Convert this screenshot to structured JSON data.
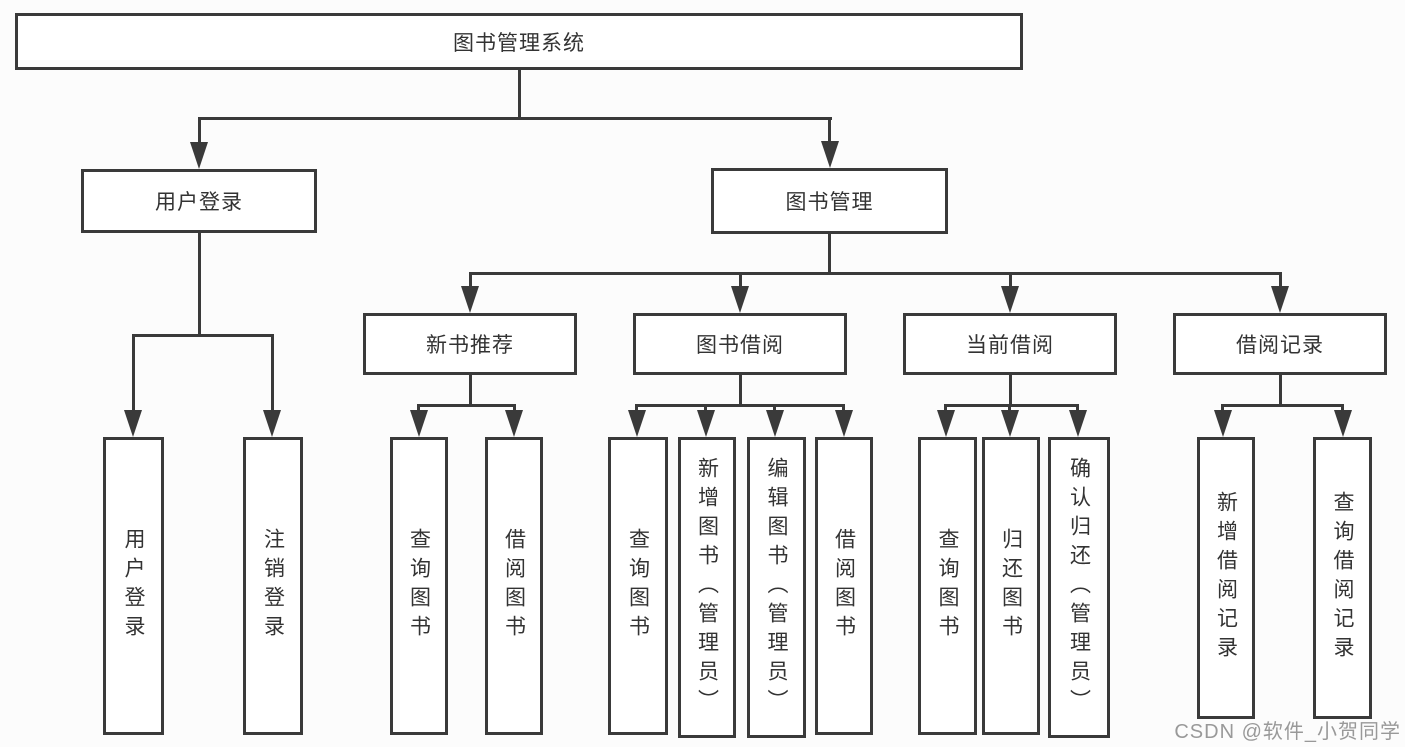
{
  "tree": {
    "label": "图书管理系统",
    "children": [
      {
        "label": "用户登录",
        "children": [
          {
            "label": "用户登录"
          },
          {
            "label": "注销登录"
          }
        ]
      },
      {
        "label": "图书管理",
        "children": [
          {
            "label": "新书推荐",
            "children": [
              {
                "label": "查询图书"
              },
              {
                "label": "借阅图书"
              }
            ]
          },
          {
            "label": "图书借阅",
            "children": [
              {
                "label": "查询图书"
              },
              {
                "label": "新增图书（管理员）"
              },
              {
                "label": "编辑图书（管理员）"
              },
              {
                "label": "借阅图书"
              }
            ]
          },
          {
            "label": "当前借阅",
            "children": [
              {
                "label": "查询图书"
              },
              {
                "label": "归还图书"
              },
              {
                "label": "确认归还（管理员）"
              }
            ]
          },
          {
            "label": "借阅记录",
            "children": [
              {
                "label": "新增借阅记录"
              },
              {
                "label": "查询借阅记录"
              }
            ]
          }
        ]
      }
    ]
  },
  "watermark": {
    "text": "CSDN @软件_小贺同学"
  },
  "colors": {
    "line": "#3a3a3a",
    "text": "#333333",
    "watermark": "#999999",
    "background": "#fcfcfc",
    "box_bg": "#ffffff"
  }
}
